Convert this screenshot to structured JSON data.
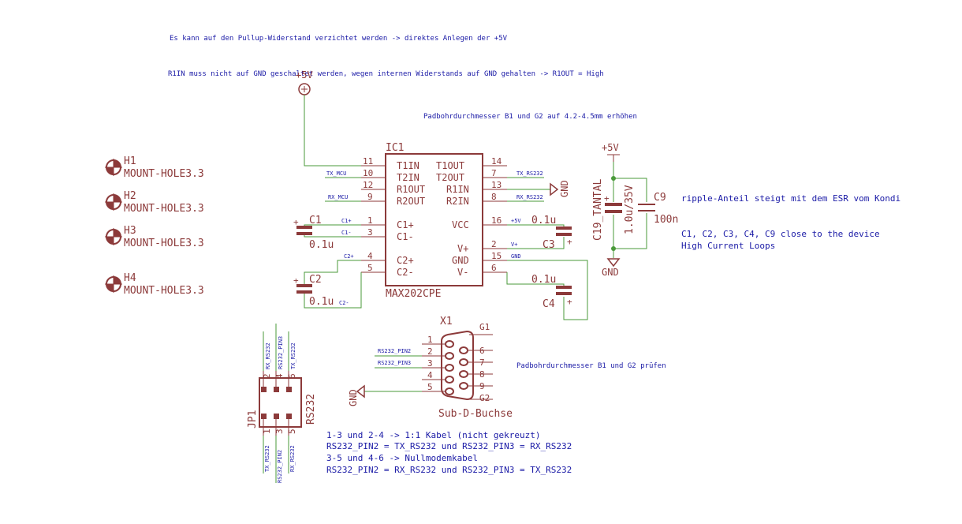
{
  "notes": {
    "pullup": "Es kann auf den Pullup-Widerstand verzichtet werden -> direktes Anlegen der +5V",
    "r1in": "R1IN muss nicht auf GND geschaltet werden, wegen internen Widerstands auf GND gehalten -> R1OUT = High",
    "pad1": "Padbohrdurchmesser B1 und G2 auf 4.2-4.5mm erhöhen",
    "ripple": "ripple-Anteil steigt mit dem ESR vom Kondi",
    "close": "C1, C2, C3, C4, C9 close to the device",
    "loops": "High Current Loops",
    "pad2": "Padbohrdurchmesser B1 und G2 prüfen",
    "cable1": "1-3 und 2-4 -> 1:1 Kabel (nicht gekreuzt)",
    "cable2": "RS232_PIN2 = TX_RS232 und RS232_PIN3 = RX_RS232",
    "cable3": "3-5 und 4-6 -> Nullmodemkabel",
    "cable4": "RS232_PIN2 = RX_RS232 und RS232_PIN3 = TX_RS232"
  },
  "mounting_holes": [
    {
      "name": "H1",
      "value": "MOUNT-HOLE3.3"
    },
    {
      "name": "H2",
      "value": "MOUNT-HOLE3.3"
    },
    {
      "name": "H3",
      "value": "MOUNT-HOLE3.3"
    },
    {
      "name": "H4",
      "value": "MOUNT-HOLE3.3"
    }
  ],
  "ic1": {
    "name": "IC1",
    "value": "MAX202CPE",
    "left_pins": [
      {
        "num": "11",
        "label": "T1IN",
        "net": ""
      },
      {
        "num": "10",
        "label": "T2IN",
        "net": "TX_MCU"
      },
      {
        "num": "12",
        "label": "R1OUT",
        "net": ""
      },
      {
        "num": "9",
        "label": "R2OUT",
        "net": "RX_MCU"
      },
      {
        "num": "1",
        "label": "C1+",
        "net": "C1+"
      },
      {
        "num": "3",
        "label": "C1-",
        "net": "C1-"
      },
      {
        "num": "4",
        "label": "C2+",
        "net": "C2+"
      },
      {
        "num": "5",
        "label": "C2-",
        "net": ""
      }
    ],
    "right_pins": [
      {
        "num": "14",
        "label": "T1OUT",
        "net": ""
      },
      {
        "num": "7",
        "label": "T2OUT",
        "net": "TX_RS232"
      },
      {
        "num": "13",
        "label": "R1IN",
        "net": ""
      },
      {
        "num": "8",
        "label": "R2IN",
        "net": "RX_RS232"
      },
      {
        "num": "16",
        "label": "VCC",
        "net": "+5V"
      },
      {
        "num": "2",
        "label": "V+",
        "net": "V+"
      },
      {
        "num": "15",
        "label": "GND",
        "net": "GND"
      },
      {
        "num": "6",
        "label": "V-",
        "net": ""
      }
    ]
  },
  "capacitors": {
    "c1": {
      "name": "C1",
      "value": "0.1u"
    },
    "c2": {
      "name": "C2",
      "value": "0.1u",
      "net": "C2-"
    },
    "c3": {
      "name": "C3",
      "value": "0.1u"
    },
    "c4": {
      "name": "C4",
      "value": "0.1u"
    },
    "c19": {
      "name": "C19_TANTAL",
      "value": "1.0u/35V"
    },
    "c9": {
      "name": "C9",
      "value": "100n"
    }
  },
  "power": {
    "p5v_top": "+5V",
    "p5v_right": "+5V",
    "gnd_right": "GND",
    "gnd_ic": "GND",
    "gnd_sub": "GND"
  },
  "x1": {
    "name": "X1",
    "value": "Sub-D-Buchse",
    "left_pins": [
      "1",
      "2",
      "3",
      "4",
      "5"
    ],
    "right_pins": [
      "G1",
      "6",
      "7",
      "8",
      "9",
      "G2"
    ],
    "nets": {
      "pin2": "RS232_PIN2",
      "pin3": "RS232_PIN3"
    }
  },
  "jp1": {
    "name": "JP1",
    "value": "RS232",
    "top_pins": [
      "2",
      "4",
      "6"
    ],
    "bottom_pins": [
      "1",
      "3",
      "5"
    ],
    "top_nets": [
      "RX_RS232",
      "RS232_PIN3",
      "TX_RS232"
    ],
    "bottom_nets": [
      "TX_RS232",
      "RS232_PIN2",
      "RX_RS232"
    ]
  },
  "colors": {
    "body": "#8c3a3a",
    "wire": "#4a9a3a",
    "note": "#1a1aa6"
  }
}
